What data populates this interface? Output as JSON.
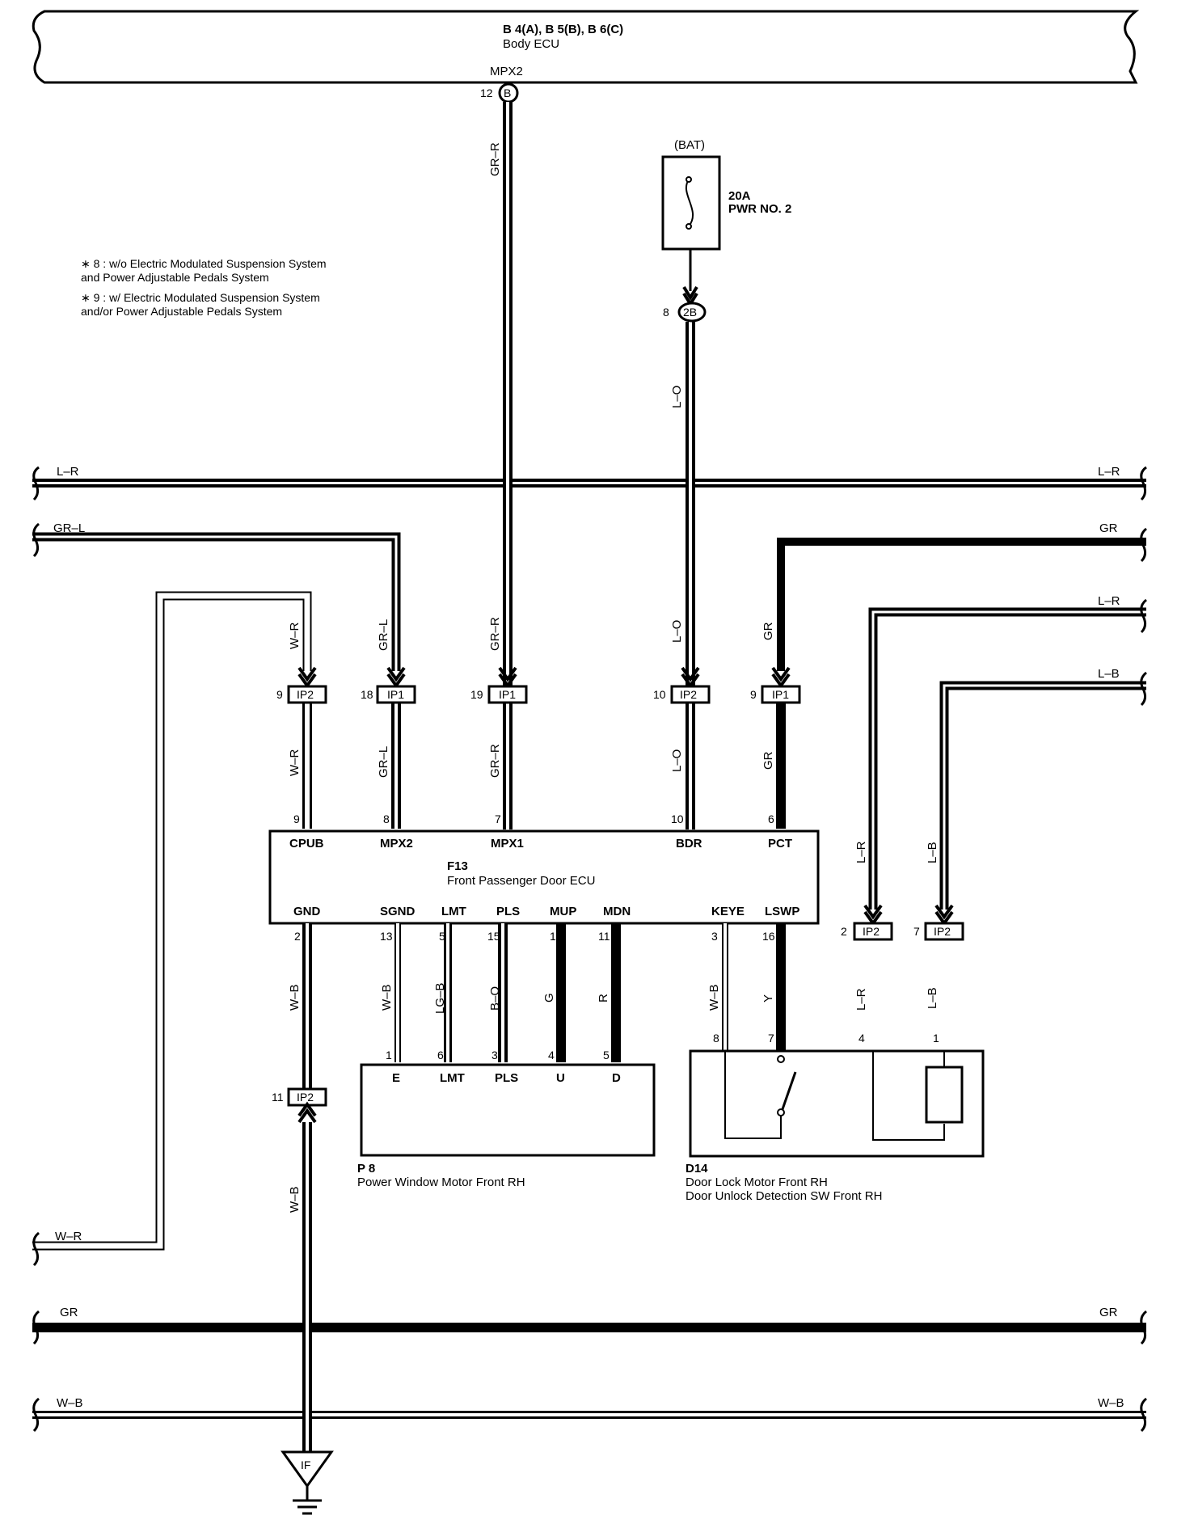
{
  "body_ecu": {
    "connectors": "B 4(A), B 5(B), B 6(C)",
    "name": "Body ECU",
    "terminal": "MPX2",
    "pin": "12",
    "conn_letter": "B"
  },
  "fuse": {
    "source": "(BAT)",
    "rating": "20A",
    "name": "PWR NO. 2",
    "pin": "8",
    "junction": "2B"
  },
  "notes": {
    "n1_line1": "∗ 8 : w/o Electric Modulated Suspension System",
    "n1_line2": "and Power Adjustable Pedals System",
    "n2_line1": "∗ 9 : w/ Electric Modulated Suspension System",
    "n2_line2": "and/or Power Adjustable Pedals System"
  },
  "bus": {
    "lr": "L–R",
    "grl": "GR–L",
    "gr": "GR",
    "lb": "L–B",
    "wr": "W–R",
    "wb": "W–B"
  },
  "wires": {
    "wr": "W–R",
    "grl": "GR–L",
    "grr": "GR–R",
    "lo": "L–O",
    "gr": "GR",
    "lr": "L–R",
    "lb": "L–B",
    "wb": "W–B",
    "lgb": "LG–B",
    "bo": "B–O",
    "g": "G",
    "r": "R",
    "y": "Y"
  },
  "connectors": {
    "ip1": "IP1",
    "ip2": "IP2",
    "pins": {
      "c_wr": "9",
      "c_grl": "18",
      "c_grr": "19",
      "c_lo": "10",
      "c_gr": "9",
      "c_lr": "2",
      "c_lb": "7",
      "c_gnd": "11"
    }
  },
  "door_ecu": {
    "id": "F13",
    "name": "Front Passenger Door ECU",
    "top_terminals": [
      "CPUB",
      "MPX2",
      "MPX1",
      "BDR",
      "PCT"
    ],
    "top_pins": [
      "9",
      "8",
      "7",
      "10",
      "6"
    ],
    "bottom_terminals": [
      "GND",
      "SGND",
      "LMT",
      "PLS",
      "MUP",
      "MDN",
      "KEYE",
      "LSWP"
    ],
    "bottom_pins": [
      "2",
      "13",
      "5",
      "15",
      "1",
      "11",
      "3",
      "16"
    ]
  },
  "motor": {
    "id": "P 8",
    "name": "Power Window Motor Front RH",
    "terminals": [
      "E",
      "LMT",
      "PLS",
      "U",
      "D"
    ],
    "pins": [
      "1",
      "6",
      "3",
      "4",
      "5"
    ]
  },
  "door_lock": {
    "id": "D14",
    "line1": "Door Lock Motor Front RH",
    "line2": "Door Unlock Detection SW Front RH",
    "pins": [
      "8",
      "7",
      "4",
      "1"
    ]
  },
  "ground": {
    "label": "IF"
  }
}
